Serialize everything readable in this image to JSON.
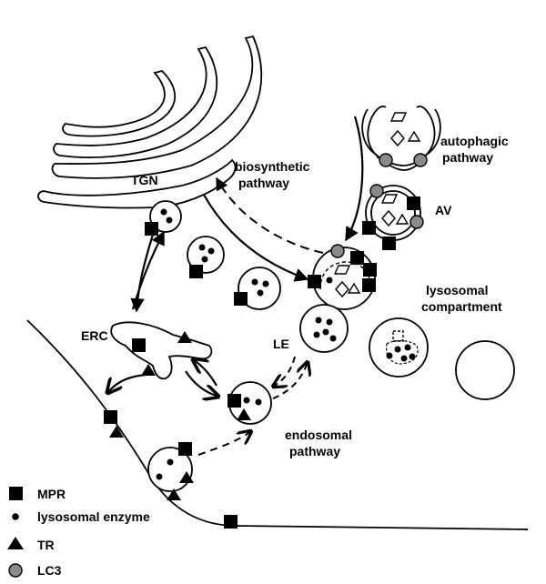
{
  "labels": {
    "tgn": "TGN",
    "biosynthetic_line1": "biosynthetic",
    "biosynthetic_line2": "pathway",
    "autophagic_line1": "autophagic",
    "autophagic_line2": "pathway",
    "av": "AV",
    "lysosomal_line1": "lysosomal",
    "lysosomal_line2": "compartment",
    "erc": "ERC",
    "le": "LE",
    "endosomal_line1": "endosomal",
    "endosomal_line2": "pathway"
  },
  "legend": {
    "mpr": "MPR",
    "enzyme": "lysosomal enzyme",
    "tr": "TR",
    "lc3": "LC3"
  },
  "colors": {
    "stroke": "#000000",
    "lc3_fill": "#8a8a8a",
    "background": "#ffffff"
  }
}
